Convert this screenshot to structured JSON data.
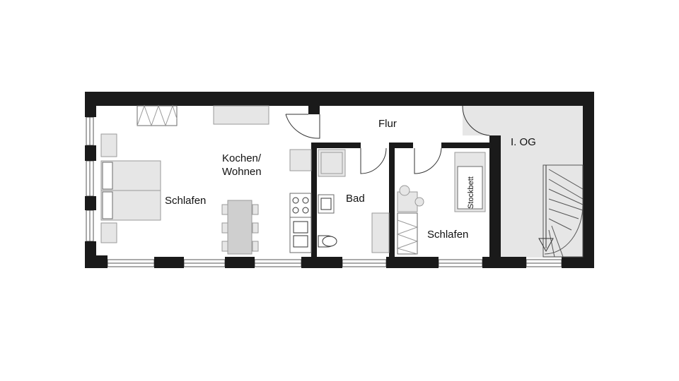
{
  "rooms": {
    "schlafen_left": "Schlafen",
    "kochen_line1": "Kochen/",
    "kochen_line2": "Wohnen",
    "flur": "Flur",
    "bad": "Bad",
    "schlafen_right": "Schlafen",
    "og": "I. OG",
    "bunk_bed": "Stockbett"
  },
  "colors": {
    "wall": "#1a1a1a",
    "stair_area": "#e6e6e6",
    "furniture": "#e6e6e6"
  }
}
